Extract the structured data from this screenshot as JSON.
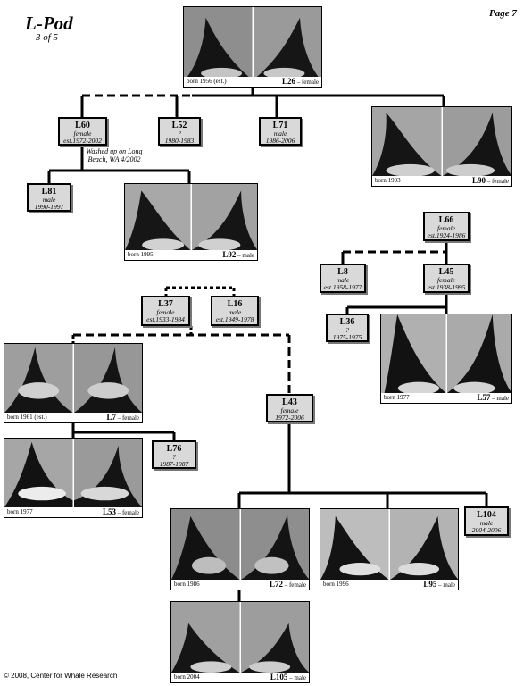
{
  "header": {
    "title": "L-Pod",
    "subtitle": "3 of 5",
    "page": "Page 7"
  },
  "footer": {
    "copyright": "© 2008, Center for Whale Research"
  },
  "note": "Washed up on Long Beach, WA 4/2002",
  "boxes": {
    "L60": {
      "id": "L60",
      "sex": "female",
      "years": "est.1972-2002"
    },
    "L52": {
      "id": "L52",
      "sex": "?",
      "years": "1980-1983"
    },
    "L71": {
      "id": "L71",
      "sex": "male",
      "years": "1986-2006"
    },
    "L81": {
      "id": "L81",
      "sex": "male",
      "years": "1990-1997"
    },
    "L66": {
      "id": "L66",
      "sex": "female",
      "years": "est.1924-1986"
    },
    "L8": {
      "id": "L8",
      "sex": "male",
      "years": "est.1958-1977"
    },
    "L45": {
      "id": "L45",
      "sex": "female",
      "years": "est.1938-1995"
    },
    "L37": {
      "id": "L37",
      "sex": "female",
      "years": "est.1933-1984"
    },
    "L16": {
      "id": "L16",
      "sex": "male",
      "years": "est.1949-1978"
    },
    "L36": {
      "id": "L36",
      "sex": "?",
      "years": "1975-1975"
    },
    "L43": {
      "id": "L43",
      "sex": "female",
      "years": "1972-2006"
    },
    "L76": {
      "id": "L76",
      "sex": "?",
      "years": "1987-1987"
    },
    "L104": {
      "id": "L104",
      "sex": "male",
      "years": "2004-2006"
    }
  },
  "photos": {
    "L26": {
      "born": "born 1956 (est.)",
      "id": "L26",
      "sex": "– female"
    },
    "L90": {
      "born": "born 1993",
      "id": "L90",
      "sex": "– female"
    },
    "L92": {
      "born": "born 1995",
      "id": "L92",
      "sex": "– male"
    },
    "L57": {
      "born": "born 1977",
      "id": "L57",
      "sex": "– male"
    },
    "L7": {
      "born": "born 1961 (est.)",
      "id": "L7",
      "sex": "– female"
    },
    "L53": {
      "born": "born 1977",
      "id": "L53",
      "sex": "– female"
    },
    "L72": {
      "born": "born 1986",
      "id": "L72",
      "sex": "– female"
    },
    "L95": {
      "born": "born 1996",
      "id": "L95",
      "sex": "– male"
    },
    "L105": {
      "born": "born 2004",
      "id": "L105",
      "sex": "– male"
    }
  }
}
